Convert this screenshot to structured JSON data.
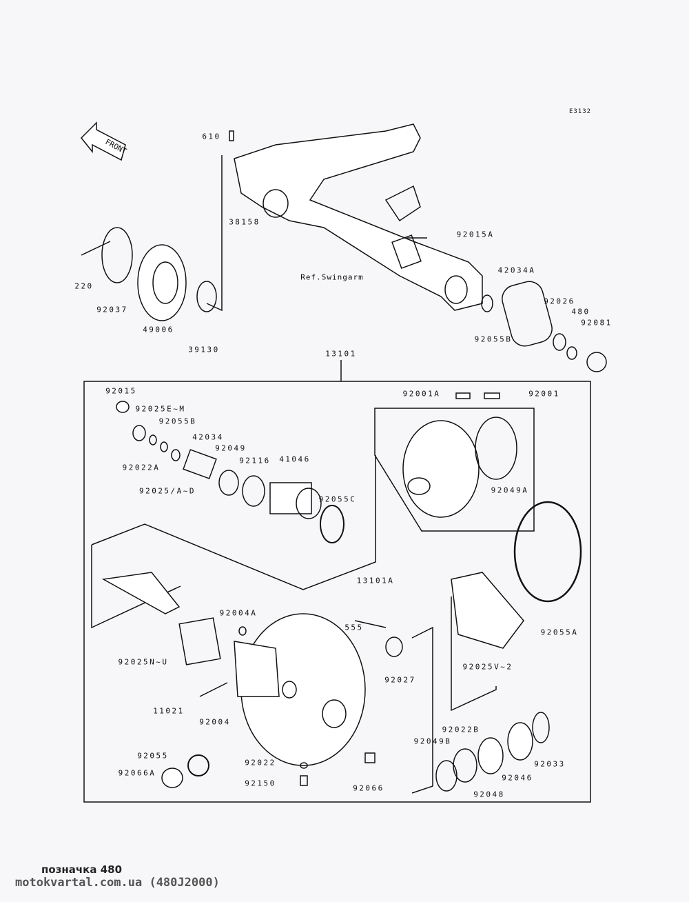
{
  "diagram_code": "E3132",
  "front_label": "FRONT",
  "labels": [
    "610",
    "38158",
    "92015A",
    "Ref.Swingarm",
    "220",
    "92037",
    "49006",
    "39130",
    "42034A",
    "92026",
    "480",
    "92081",
    "92055B",
    "13101",
    "92015",
    "92025E~M",
    "92055B",
    "42034",
    "92049",
    "92116",
    "41046",
    "92055C",
    "92022A",
    "92025/A~D",
    "92001A",
    "92001",
    "92049A",
    "13101A",
    "92055A",
    "92025V~2",
    "92004A",
    "555",
    "92025N~U",
    "92027",
    "11021",
    "92004",
    "92055",
    "92066A",
    "92022",
    "92150",
    "92066",
    "92022B",
    "92049B",
    "92033",
    "92046",
    "92048"
  ],
  "footer": {
    "line1": "позначка 480",
    "line2": "motokvartal.com.ua (480J2000)"
  }
}
